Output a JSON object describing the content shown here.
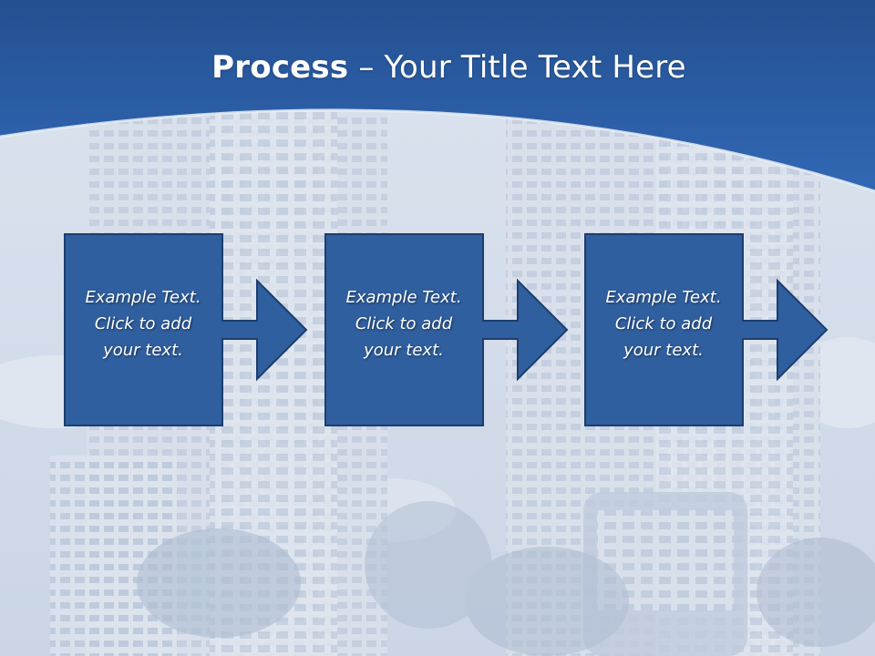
{
  "slide": {
    "title_bold": "Process",
    "title_sep": " – ",
    "title_rest": "Your Title Text Here"
  },
  "colors": {
    "header_blue": "#2e62ad",
    "box_fill": "#2f5f9f",
    "box_stroke": "#1d3d6d",
    "text": "#ffffff"
  },
  "steps": [
    {
      "text": "Example Text.\nClick  to add\nyour text."
    },
    {
      "text": "Example Text.\nClick  to add\nyour text."
    },
    {
      "text": "Example Text.\nClick  to add\nyour text."
    }
  ]
}
